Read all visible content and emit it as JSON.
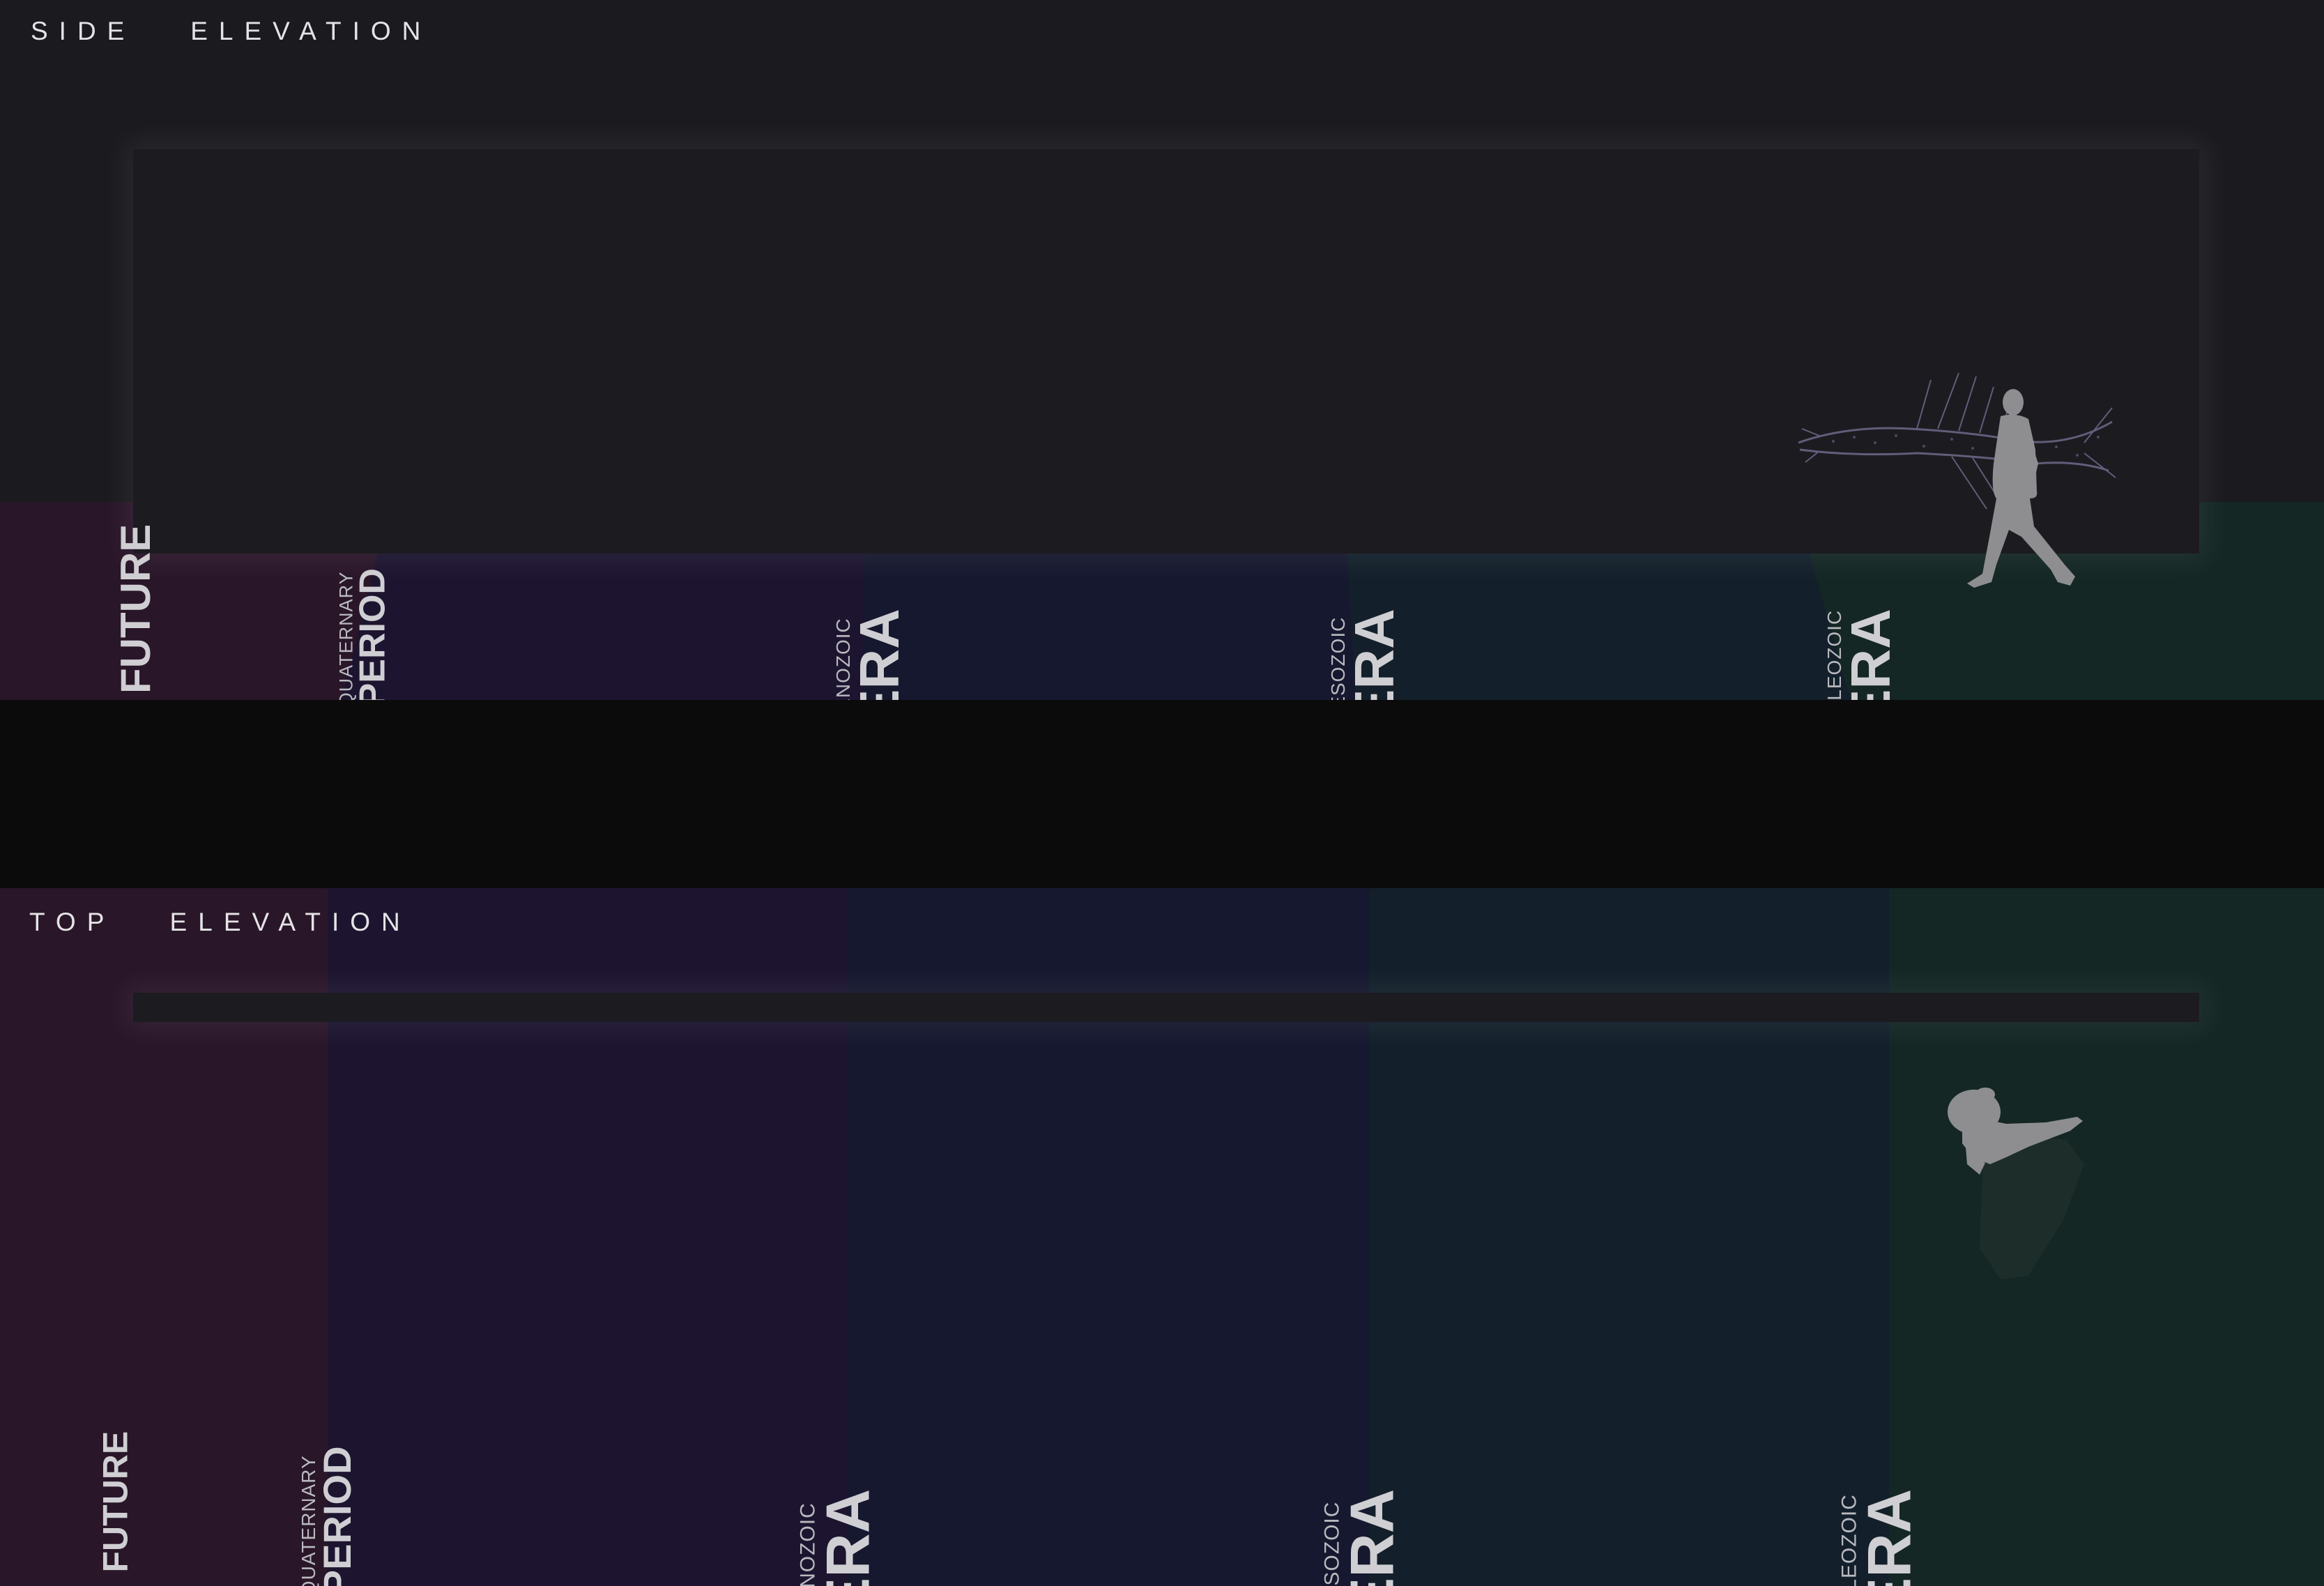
{
  "side_elevation": {
    "title": "SIDE   ELEVATION",
    "labels": {
      "future": {
        "big": "FUTURE"
      },
      "quaternary": {
        "small": "QUATERNARY",
        "big": "PERIOD"
      },
      "cenozoic": {
        "small": "CENOZOIC",
        "big": "ERA"
      },
      "mesozoic": {
        "small": "MESOZOIC",
        "big": "ERA"
      },
      "paleozoic": {
        "small": "PALEOZOIC",
        "big": "ERA"
      }
    }
  },
  "top_elevation": {
    "title": "TOP   ELEVATION",
    "labels": {
      "future": {
        "big": "FUTURE"
      },
      "quaternary": {
        "small": "QUATERNARY",
        "big": "PERIOD"
      },
      "cenozoic": {
        "small": "CENOZOIC",
        "big": "ERA"
      },
      "mesozoic": {
        "small": "MESOZOIC",
        "big": "ERA"
      },
      "paleozoic": {
        "small": "PALEOZOIC",
        "big": "ERA"
      }
    }
  },
  "colors": {
    "future": "#2a1629",
    "quaternary": "#1d1530",
    "cenozoic": "#16182f",
    "mesozoic": "#13202b",
    "paleozoic": "#142724",
    "divider": "#0b0b0c"
  },
  "icons": [
    "walking-person-silhouette",
    "fish-fossil-hologram",
    "person-top-view-silhouette"
  ]
}
